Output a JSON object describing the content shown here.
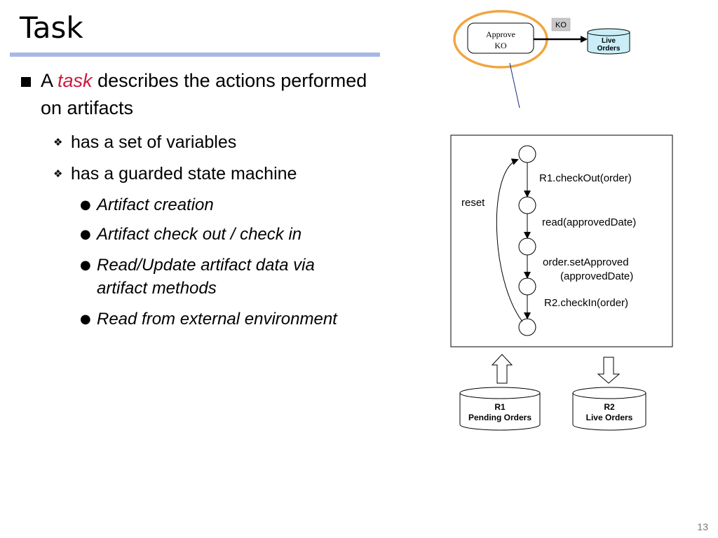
{
  "slide": {
    "title": "Task",
    "number": "13"
  },
  "bullets": {
    "main_prefix": "A ",
    "main_keyword": "task",
    "main_line1_rest": " describes the actions performed",
    "main_line2": "on artifacts",
    "sub": [
      "has a set of variables",
      "has a guarded state machine"
    ],
    "subsub": [
      "Artifact creation",
      "Artifact check out / check in",
      "Read/Update artifact data via",
      "artifact methods",
      "Read from external environment"
    ]
  },
  "diagram_top": {
    "task_label_line1": "Approve",
    "task_label_line2": "KO",
    "edge_label": "KO",
    "repo_line1": "Live",
    "repo_line2": "Orders",
    "highlight_color": "#f0a640",
    "repo_fill": "#c9eef7"
  },
  "state_machine": {
    "reset_label": "reset",
    "transitions": [
      "R1.checkOut(order)",
      "read(approvedDate)",
      "order.setApproved",
      "(approvedDate)",
      "R2.checkIn(order)"
    ]
  },
  "repositories": [
    {
      "line1": "R1",
      "line2": "Pending Orders"
    },
    {
      "line1": "R2",
      "line2": "Live Orders"
    }
  ]
}
